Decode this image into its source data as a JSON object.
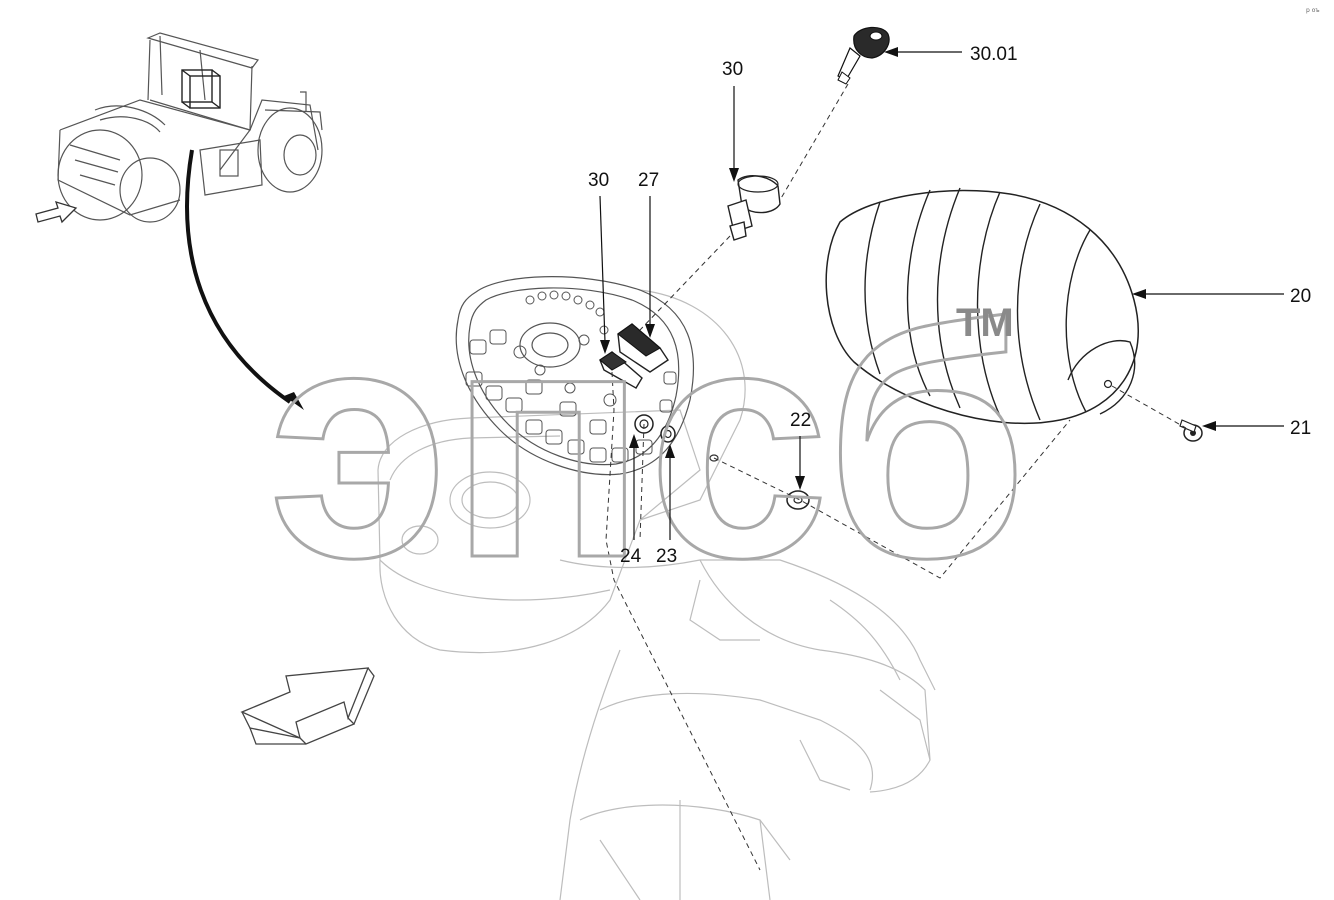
{
  "watermark": {
    "text": "эпсб",
    "trademark": "TM"
  },
  "corner_mark": "р оъ",
  "labels": {
    "l30_top": "30",
    "l30_01": "30.01",
    "l30_mid": "30",
    "l27": "27",
    "l20": "20",
    "l21": "21",
    "l22": "22",
    "l24": "24",
    "l23": "23"
  },
  "icons": [
    "direction-arrow-icon",
    "view-pointer-arrow-icon"
  ]
}
